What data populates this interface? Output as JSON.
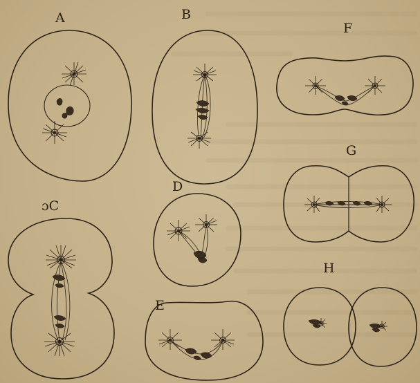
{
  "figure": {
    "panels": [
      {
        "key": "A",
        "label": "A"
      },
      {
        "key": "B",
        "label": "B"
      },
      {
        "key": "C",
        "label": "ɔC"
      },
      {
        "key": "D",
        "label": "D"
      },
      {
        "key": "E",
        "label": "E"
      },
      {
        "key": "F",
        "label": "F"
      },
      {
        "key": "G",
        "label": "G"
      },
      {
        "key": "H",
        "label": "H"
      }
    ]
  },
  "colors": {
    "paper": "#c7b48c",
    "ink": "#2a2016"
  }
}
